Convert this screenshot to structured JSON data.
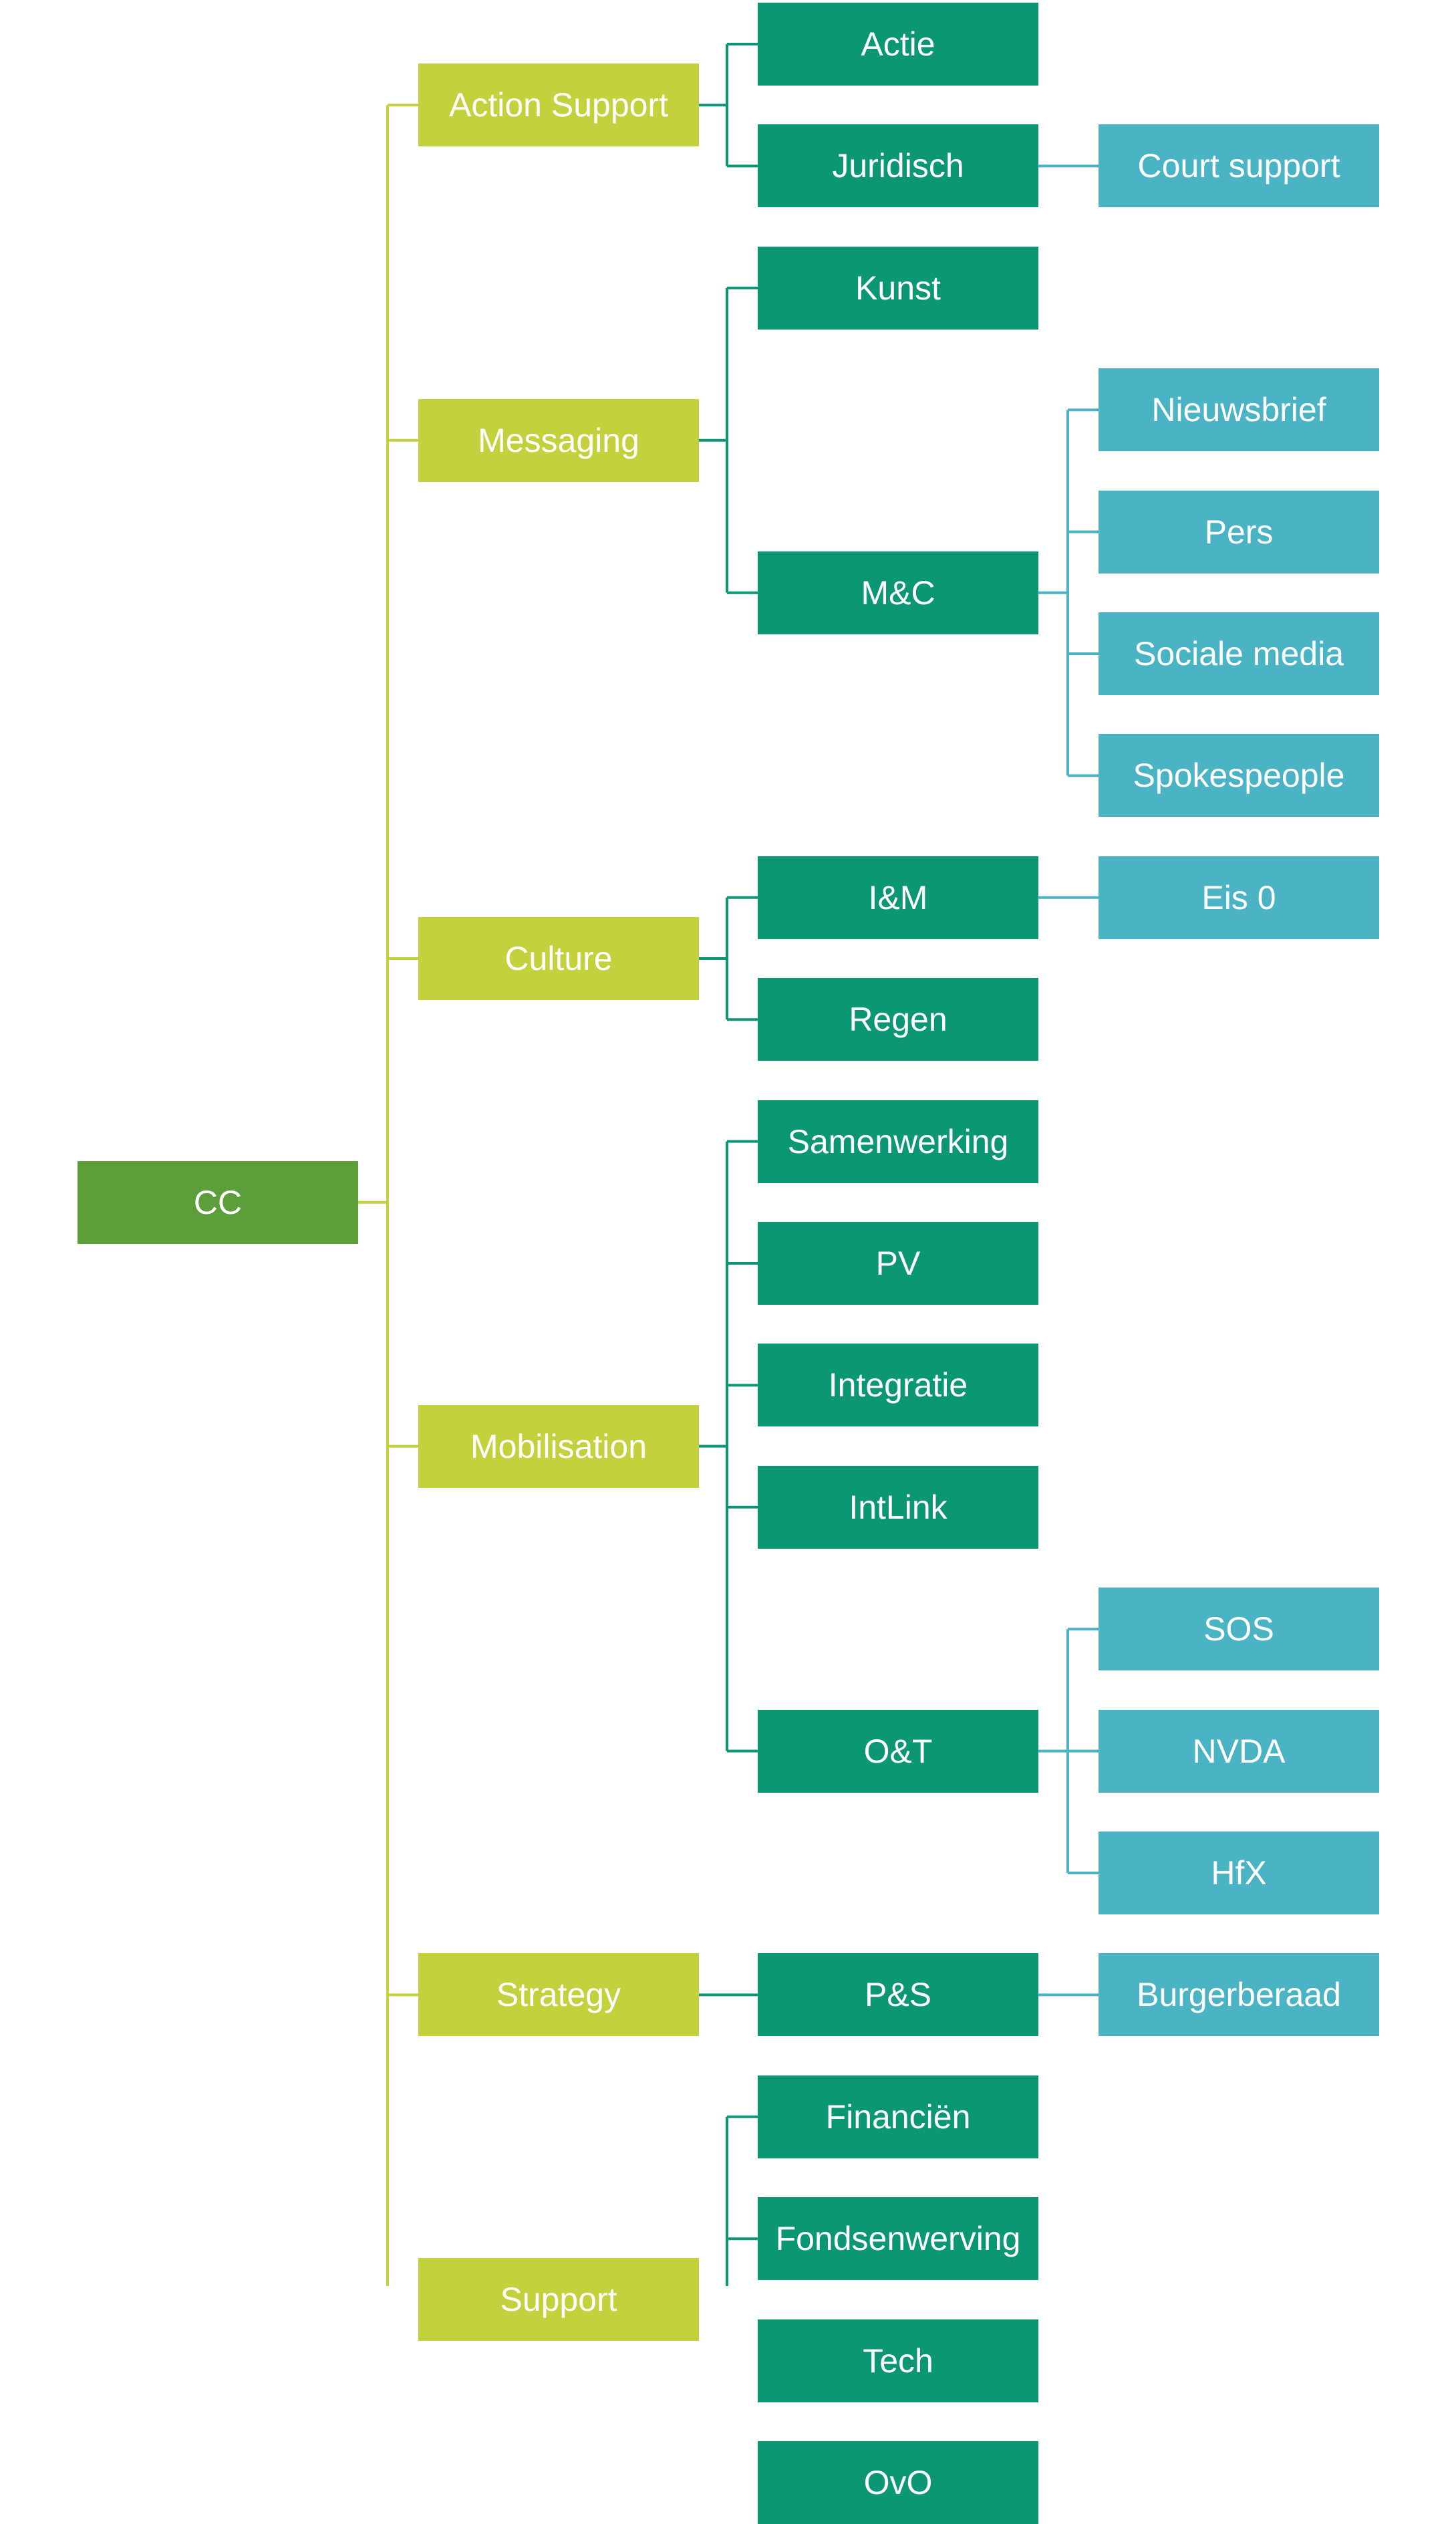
{
  "colors": {
    "root": "#5b9e3a",
    "level1": "#c2d13c",
    "level2": "#0b9773",
    "level3": "#4ab3c4",
    "background": "#ffffff"
  },
  "tree": {
    "label": "CC",
    "children": [
      {
        "label": "Action Support",
        "children": [
          {
            "label": "Actie",
            "children": []
          },
          {
            "label": "Juridisch",
            "children": [
              {
                "label": "Court support"
              }
            ]
          }
        ]
      },
      {
        "label": "Messaging",
        "children": [
          {
            "label": "Kunst",
            "children": []
          },
          {
            "label": "M&C",
            "children": [
              {
                "label": "Nieuwsbrief"
              },
              {
                "label": "Pers"
              },
              {
                "label": "Sociale media"
              },
              {
                "label": "Spokespeople"
              }
            ]
          }
        ]
      },
      {
        "label": "Culture",
        "children": [
          {
            "label": "I&M",
            "children": [
              {
                "label": "Eis 0"
              }
            ]
          },
          {
            "label": "Regen",
            "children": []
          }
        ]
      },
      {
        "label": "Mobilisation",
        "children": [
          {
            "label": "Samenwerking",
            "children": []
          },
          {
            "label": "PV",
            "children": []
          },
          {
            "label": "Integratie",
            "children": []
          },
          {
            "label": "IntLink",
            "children": []
          },
          {
            "label": "O&T",
            "children": [
              {
                "label": "SOS"
              },
              {
                "label": "NVDA"
              },
              {
                "label": "HfX"
              }
            ]
          }
        ]
      },
      {
        "label": "Strategy",
        "children": [
          {
            "label": "P&S",
            "children": [
              {
                "label": "Burgerberaad"
              }
            ]
          }
        ]
      },
      {
        "label": "Support",
        "children": [
          {
            "label": "Financiën",
            "children": []
          },
          {
            "label": "Fondsenwerving",
            "children": []
          },
          {
            "label": "Tech",
            "children": []
          },
          {
            "label": "OvO",
            "children": []
          }
        ]
      }
    ]
  }
}
